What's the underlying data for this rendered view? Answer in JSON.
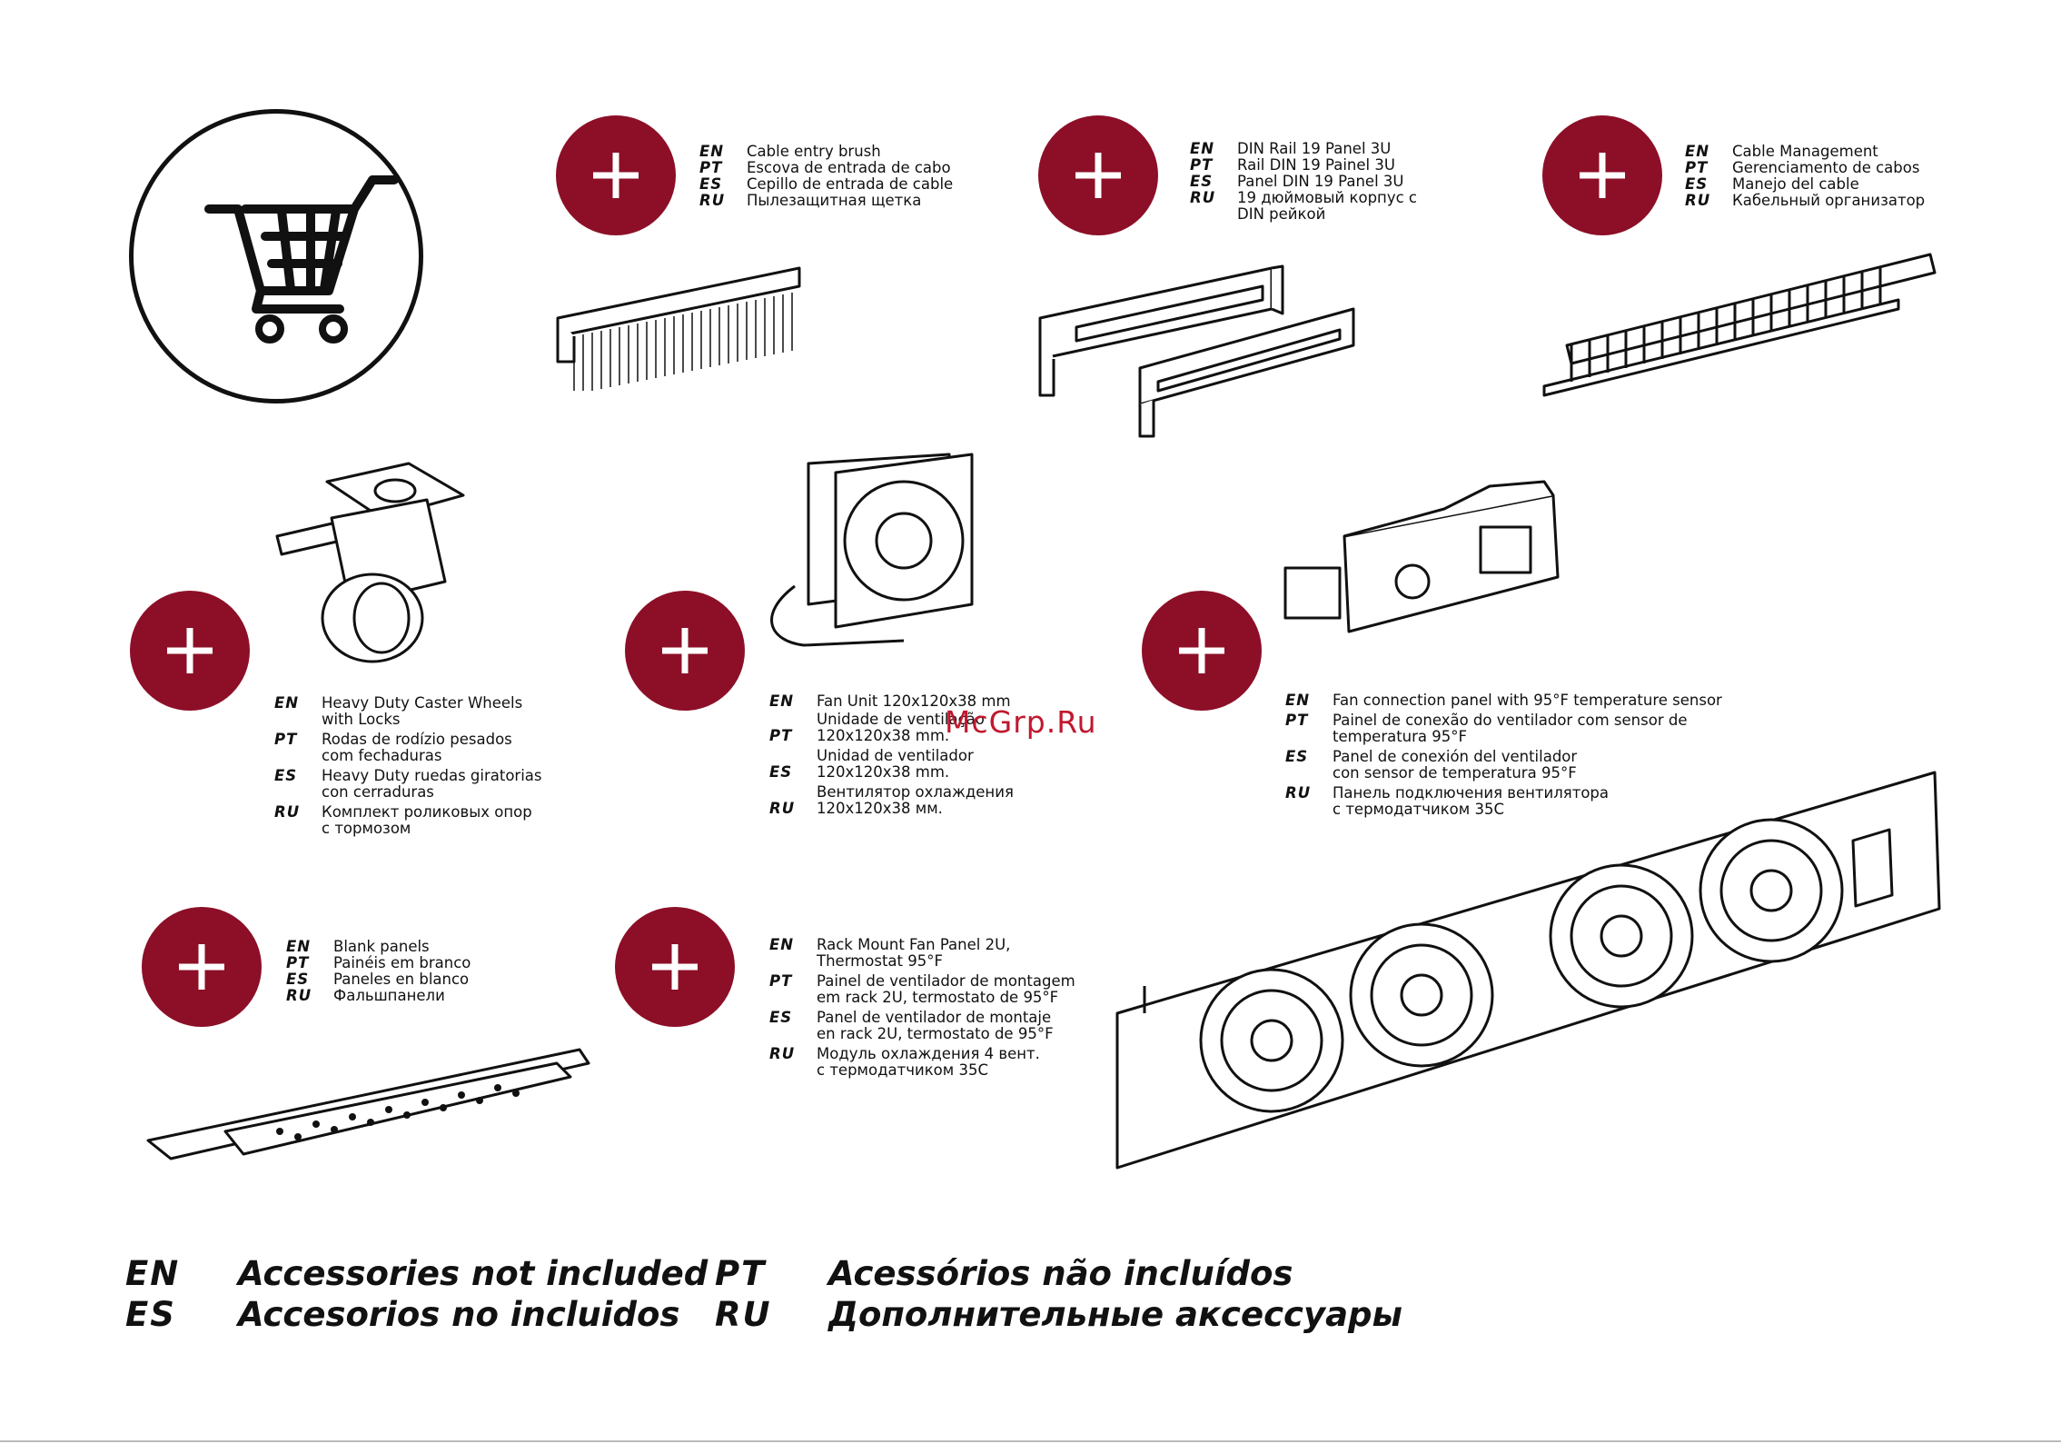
{
  "watermark": "McGrp.Ru",
  "accent_color": "#8c0f27",
  "cart_icon": "shopping-cart-icon",
  "items": [
    {
      "id": "brush",
      "lines": [
        [
          "EN",
          "Cable entry brush"
        ],
        [
          "PT",
          "Escova de entrada de cabo"
        ],
        [
          "ES",
          "Cepillo de entrada de cable"
        ],
        [
          "RU",
          "Пылезащитная щетка"
        ]
      ]
    },
    {
      "id": "din",
      "lines": [
        [
          "EN",
          "DIN Rail 19 Panel 3U"
        ],
        [
          "PT",
          "Rail DIN 19 Painel 3U"
        ],
        [
          "ES",
          "Panel DIN 19 Panel 3U"
        ],
        [
          "RU",
          "19 дюймовый корпус с\nDIN рейкой"
        ]
      ]
    },
    {
      "id": "cable",
      "lines": [
        [
          "EN",
          "Cable Management"
        ],
        [
          "PT",
          "Gerenciamento de cabos"
        ],
        [
          "ES",
          "Manejo del cable"
        ],
        [
          "RU",
          "Кабельный организатор"
        ]
      ]
    },
    {
      "id": "caster",
      "lines": [
        [
          "EN",
          "Heavy Duty Caster Wheels\nwith Locks"
        ],
        [
          "PT",
          "Rodas de rodízio pesados\ncom fechaduras"
        ],
        [
          "ES",
          "Heavy Duty ruedas giratorias\ncon cerraduras"
        ],
        [
          "RU",
          "Комплект роликовых опор\nс тормозом"
        ]
      ]
    },
    {
      "id": "fan",
      "lines": [
        [
          "EN",
          "Fan Unit 120x120x38 mm"
        ],
        [
          "PT",
          "Unidade de ventilação\n120x120x38 mm."
        ],
        [
          "ES",
          "Unidad de ventilador\n120x120x38 mm."
        ],
        [
          "RU",
          "Вентилятор охлаждения\n120x120x38 мм."
        ]
      ]
    },
    {
      "id": "fanconn",
      "lines": [
        [
          "EN",
          "Fan connection panel with 95°F temperature sensor"
        ],
        [
          "PT",
          "Painel de conexão do ventilador com sensor de\ntemperatura 95°F"
        ],
        [
          "ES",
          "Panel de conexión del ventilador\ncon sensor de temperatura 95°F"
        ],
        [
          "RU",
          "Панель подключения вентилятора\nс термодатчиком 35С"
        ]
      ]
    },
    {
      "id": "blank",
      "lines": [
        [
          "EN",
          "Blank panels"
        ],
        [
          "PT",
          "Painéis em branco"
        ],
        [
          "ES",
          "Paneles en blanco"
        ],
        [
          "RU",
          "Фальшпанели"
        ]
      ]
    },
    {
      "id": "rackfan",
      "lines": [
        [
          "EN",
          "Rack Mount Fan Panel 2U,\nThermostat 95°F"
        ],
        [
          "PT",
          "Painel de ventilador de montagem\nem rack 2U, termostato de 95°F"
        ],
        [
          "ES",
          "Panel de ventilador de montaje\nen rack 2U, termostato de 95°F"
        ],
        [
          "RU",
          "Модуль охлаждения 4 вент.\nс термодатчиком 35С"
        ]
      ]
    }
  ],
  "footer": {
    "en_code": "EN",
    "en": "Accessories not included",
    "pt_code": "PT",
    "pt": "Acessórios não incluídos",
    "es_code": "ES",
    "es": "Accesorios no incluidos",
    "ru_code": "RU",
    "ru": "Дополнительные аксессуары"
  }
}
